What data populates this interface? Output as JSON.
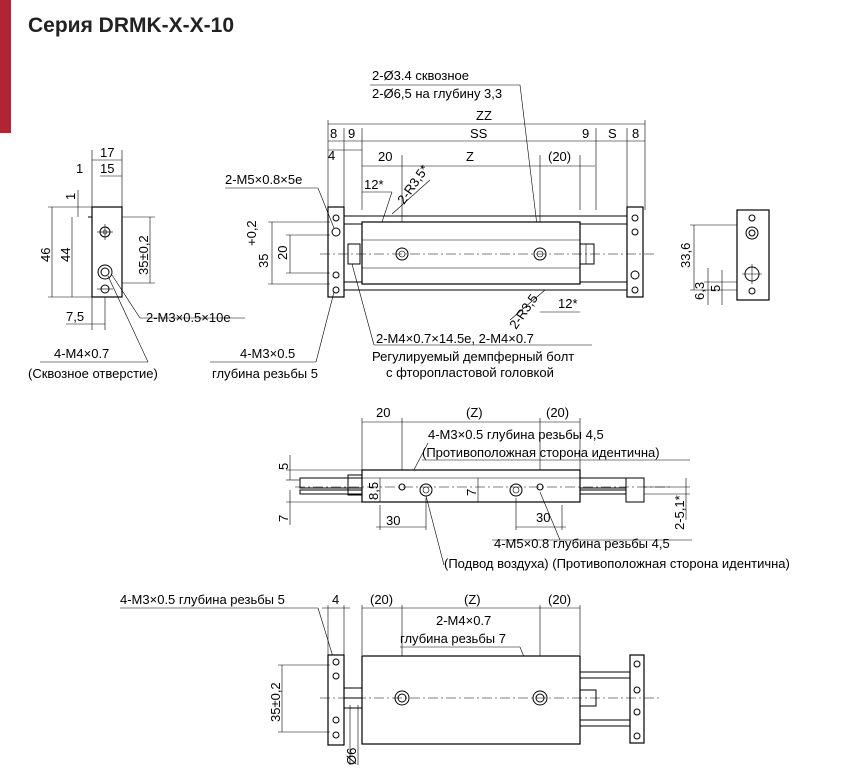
{
  "title": "Серия DRMK-X-X-10",
  "accent_color": "#b22433",
  "labels": {
    "bore_thru": "2-Ø3.4 сквозное",
    "bore_depth": "2-Ø6,5 на глубину 3,3",
    "zz": "ZZ",
    "ss": "SS",
    "z": "Z",
    "d8a": "8",
    "d9a": "9",
    "d9b": "9",
    "s": "S",
    "d8b": "8",
    "d4": "4",
    "d20": "20",
    "p20": "(20)",
    "d12a": "12*",
    "r35a": "2-R3,5*",
    "r35b": "2-R3,5",
    "d12b": "12*",
    "m5": "2-M5×0.8×5e",
    "d35_02": "35",
    "tol": "+0,2",
    "d20v": "20",
    "d17": "17",
    "d1h": "1",
    "d15": "15",
    "d1v": "1",
    "d46": "46",
    "d44": "44",
    "d35pm": "35±0,2",
    "d75": "7,5",
    "m3x10": "2-M3×0.5×10e",
    "m4": "4-M4×0.7",
    "m4sub": "(Сквозное отверстие)",
    "m3": "4-M3×0.5",
    "m3sub": "глубина резьбы 5",
    "m4x14": "2-M4×0.7×14.5e, 2-M4×0.7",
    "bolt1": "Регулируемый демпферный болт",
    "bolt2": "с фторопластовой головкой",
    "d336": "33,6",
    "d63": "6,3",
    "d5a": "5",
    "m3_45": "4-M3×0.5 глубина резьбы 4,5",
    "opp1": "(Противоположная сторона идентична)",
    "d5v": "5",
    "d85": "8,5",
    "d7a": "7",
    "d7b": "7",
    "d30a": "30",
    "d30b": "30",
    "d51": "2-5,1*",
    "pz": "(Z)",
    "m5_45": "4-M5×0.8 глубина резьбы 4,5",
    "air": "(Подвод воздуха) (Противоположная сторона идентична)",
    "m3_5b": "4-M3×0.5 глубина резьбы 5",
    "d4b": "4",
    "m4b1": "2-M4×0.7",
    "m4b2": "глубина резьбы 7",
    "d35pm2": "35±0,2",
    "phi6": "Ø6"
  }
}
